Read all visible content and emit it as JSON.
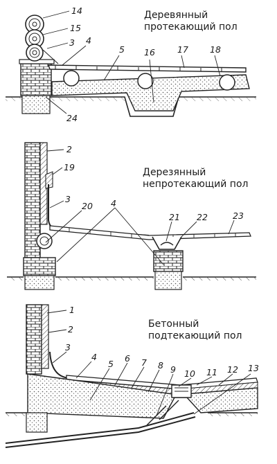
{
  "sections": [
    {
      "id": "wood_leaking",
      "title_lines": [
        "Деревянный",
        "протекающий пол"
      ],
      "callouts": [
        "14",
        "15",
        "3",
        "4",
        "5",
        "16",
        "17",
        "18",
        "24"
      ]
    },
    {
      "id": "wood_non_leaking",
      "title_lines": [
        "Дерезянный",
        "непротекающий пол"
      ],
      "callouts": [
        "2",
        "19",
        "3",
        "20",
        "4",
        "21",
        "22",
        "23"
      ]
    },
    {
      "id": "concrete_leaking",
      "title_lines": [
        "Бетонный",
        "подтекающий пол"
      ],
      "callouts": [
        "1",
        "2",
        "3",
        "4",
        "5",
        "6",
        "7",
        "8",
        "9",
        "10",
        "11",
        "12",
        "13"
      ]
    }
  ],
  "colors": {
    "ink": "#1a1a1a",
    "paper": "#ffffff",
    "stipple": "#c9c9c9"
  }
}
